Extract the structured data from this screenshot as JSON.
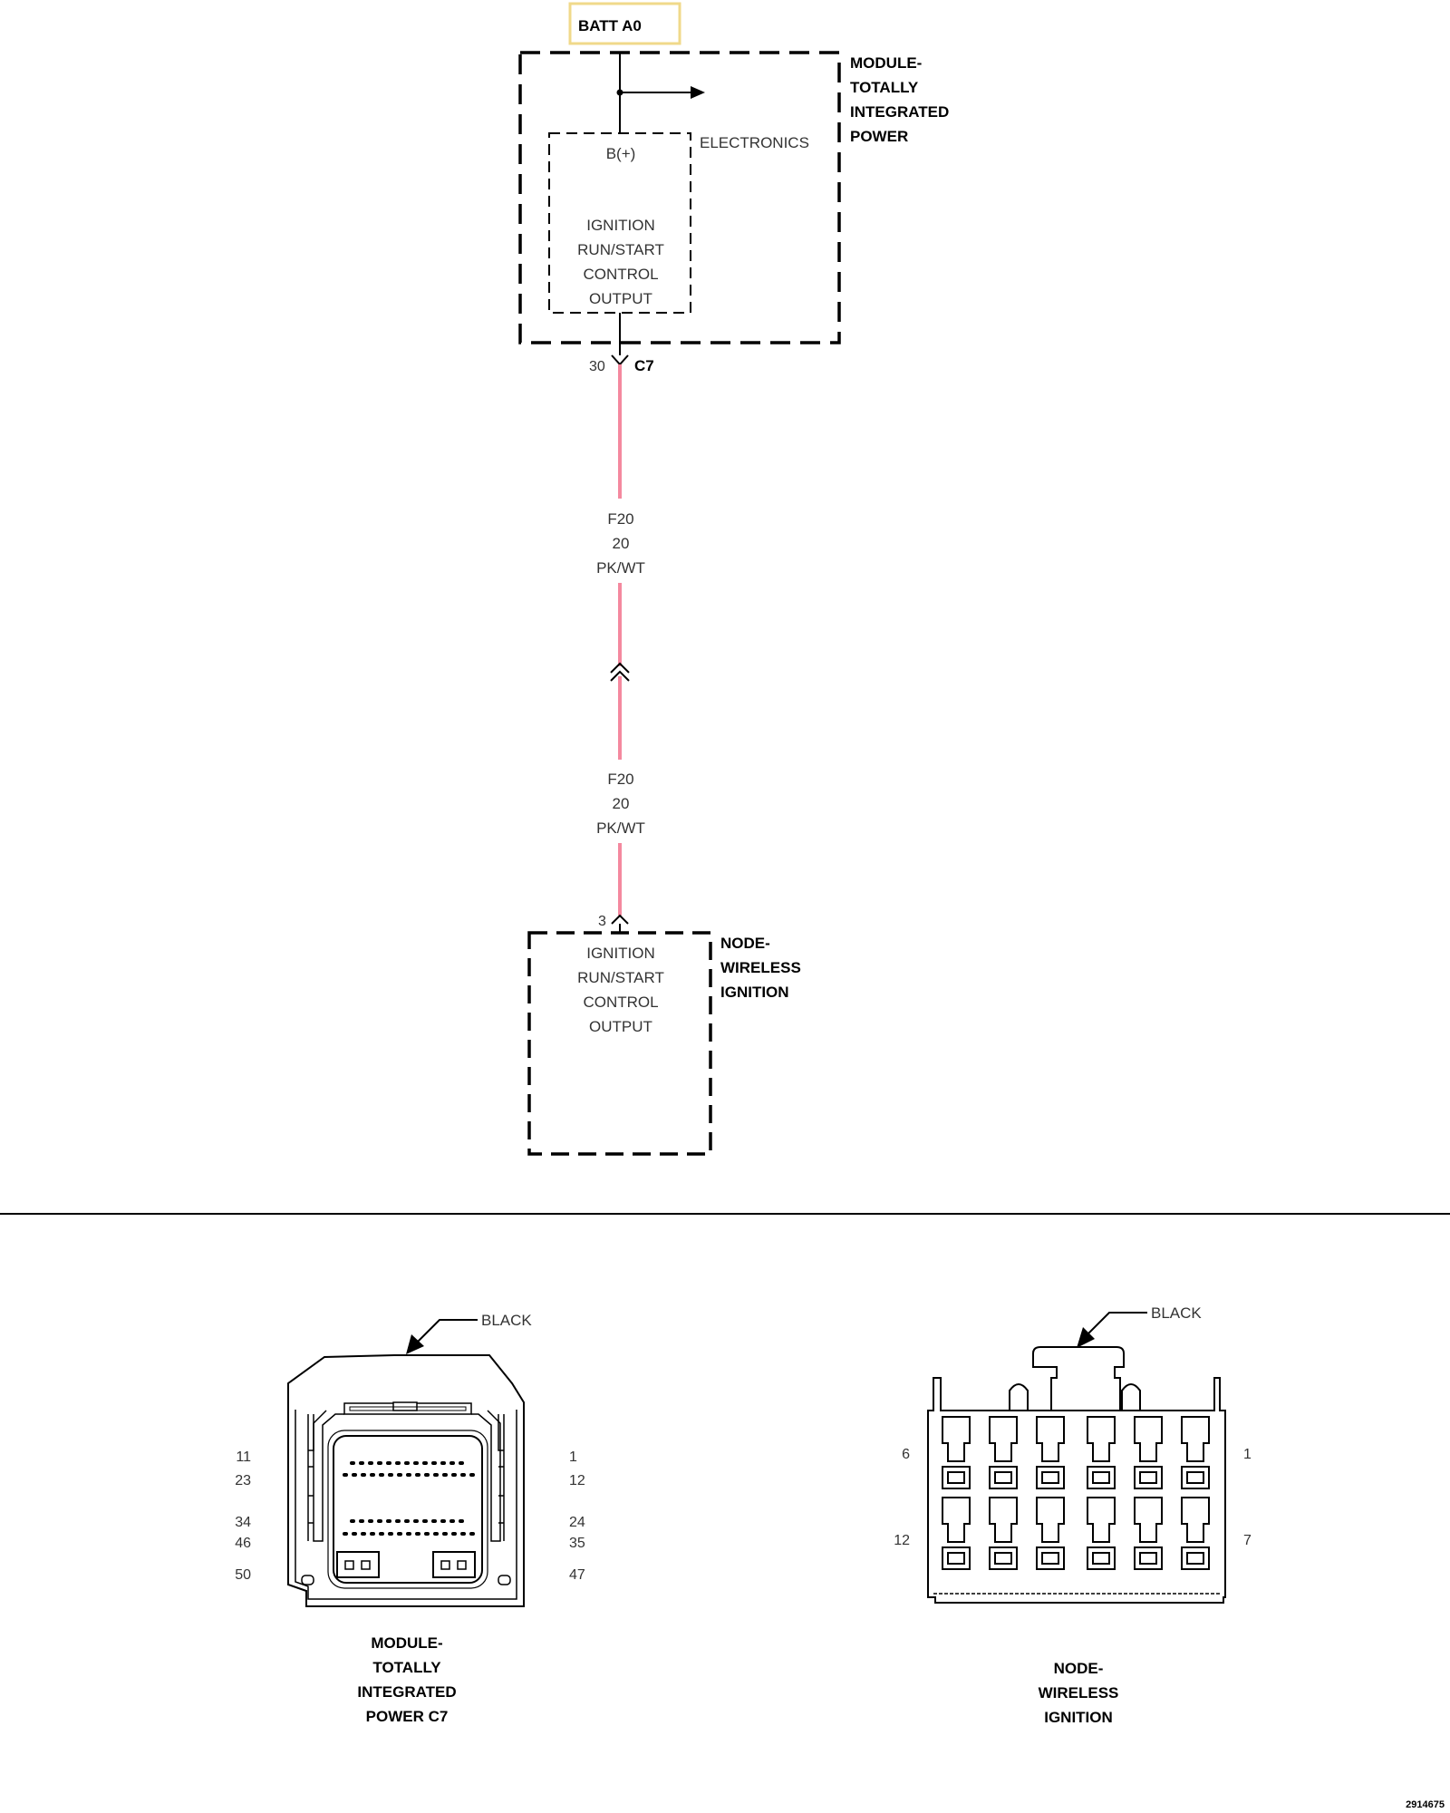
{
  "batt_label": "BATT A0",
  "tip_module": {
    "name_lines": [
      "MODULE-",
      "TOTALLY",
      "INTEGRATED",
      "POWER"
    ],
    "electronics": "ELECTRONICS",
    "bplus": "B(+)",
    "output_lines": [
      "IGNITION",
      "RUN/START",
      "CONTROL",
      "OUTPUT"
    ],
    "pin": "30",
    "connector": "C7"
  },
  "wire": {
    "color_hex": "#f4899f",
    "upper_labels": [
      "F20",
      "20",
      "PK/WT"
    ],
    "lower_labels": [
      "F20",
      "20",
      "PK/WT"
    ]
  },
  "node_module": {
    "pin": "3",
    "name_lines": [
      "NODE-",
      "WIRELESS",
      "IGNITION"
    ],
    "output_lines": [
      "IGNITION",
      "RUN/START",
      "CONTROL",
      "OUTPUT"
    ]
  },
  "connector_tip": {
    "color_label": "BLACK",
    "left_pins": [
      "11",
      "23",
      "34",
      "46",
      "50"
    ],
    "right_pins": [
      "1",
      "12",
      "24",
      "35",
      "47"
    ],
    "caption_lines": [
      "MODULE-",
      "TOTALLY",
      "INTEGRATED",
      "POWER C7"
    ]
  },
  "connector_node": {
    "color_label": "BLACK",
    "left_pins": [
      "6",
      "12"
    ],
    "right_pins": [
      "1",
      "7"
    ],
    "caption_lines": [
      "NODE-",
      "WIRELESS",
      "IGNITION"
    ]
  },
  "figure_id": "2914675",
  "colors": {
    "batt_box": "#f0d98a"
  }
}
